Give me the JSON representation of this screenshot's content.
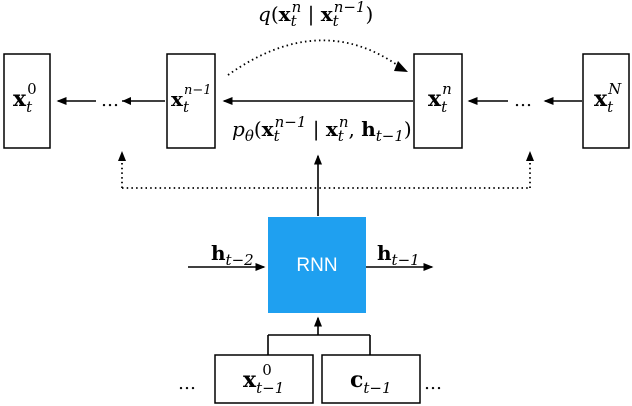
{
  "diagram": {
    "forward_process": {
      "fn": "q",
      "open": "(",
      "x": "x",
      "sub": "t",
      "sup_n": "n",
      "sep": " | ",
      "sup_nm1": "n−1",
      "close": ")"
    },
    "reverse_process": {
      "fn": "p",
      "fn_sub": "θ",
      "open": "(",
      "x": "x",
      "sub": "t",
      "sup_nm1": "n−1",
      "sep": " | ",
      "sup_n": "n",
      "comma": ", ",
      "h": "h",
      "h_sub": "t−1",
      "close": ")"
    },
    "top_nodes": [
      {
        "base": "x",
        "sub": "t",
        "sup": "0"
      },
      {
        "base": "x",
        "sub": "t",
        "sup": "n−1"
      },
      {
        "base": "x",
        "sub": "t",
        "sup": "n"
      },
      {
        "base": "x",
        "sub": "t",
        "sup": "N"
      }
    ],
    "ellipsis": "…",
    "rnn": {
      "label": "RNN",
      "color": "#1fa0f0",
      "input_h": {
        "base": "h",
        "sub": "t−2"
      },
      "output_h": {
        "base": "h",
        "sub": "t−1"
      }
    },
    "bottom_nodes": [
      {
        "base": "x",
        "sub": "t−1",
        "sup": "0"
      },
      {
        "base": "c",
        "sub": "t−1",
        "sup": ""
      }
    ]
  }
}
